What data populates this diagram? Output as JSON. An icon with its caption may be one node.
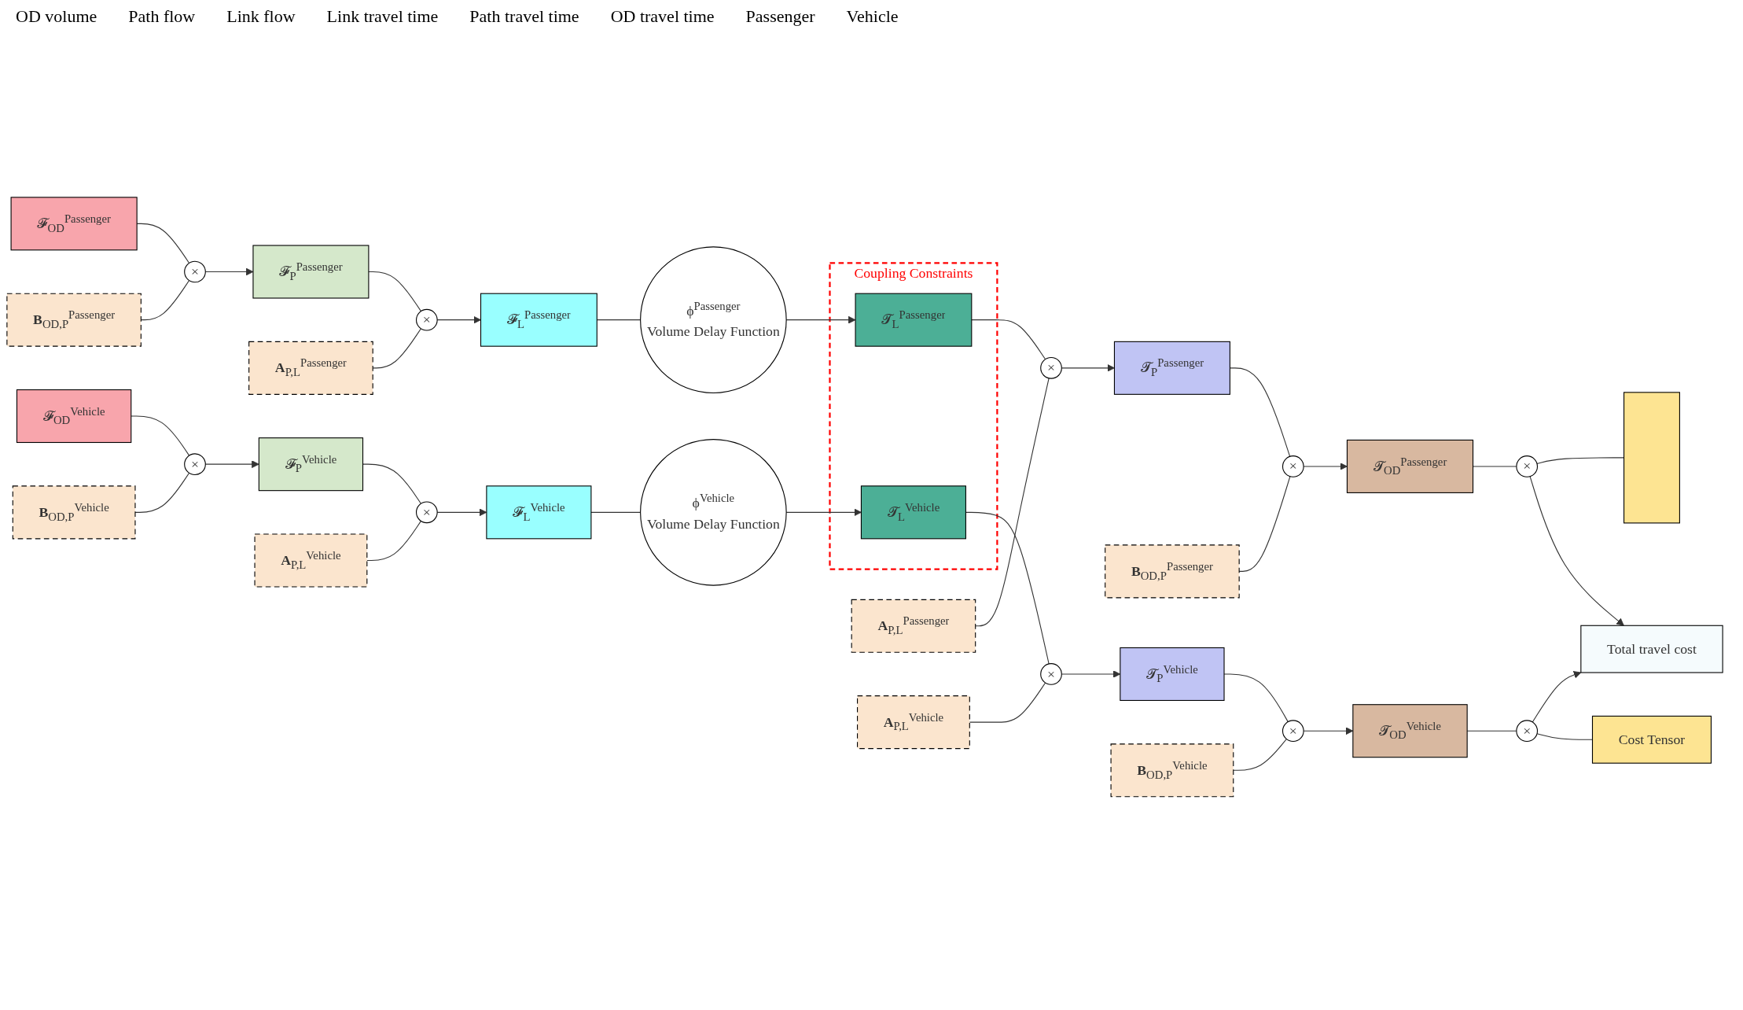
{
  "diagram": {
    "nodes": [
      {
        "text": [
          "Coupling Constraints"
        ]
      },
      {
        "text": [
          "𝓕$_{OD}$$^{Passenger}$"
        ]
      },
      {
        "text": [
          "**B**$_{OD,P}$$^{Passenger}$"
        ]
      },
      {
        "text": [
          "×"
        ]
      },
      {
        "text": [
          "𝓕$_{P}$$^{Passenger}$"
        ]
      },
      {
        "text": [
          "**A**$_{P,L}$$^{Passenger}$"
        ]
      },
      {
        "text": [
          "×"
        ]
      },
      {
        "text": [
          "𝓕$_{L}$$^{Passenger}$"
        ]
      },
      {
        "text": [
          "ϕ$^{Passenger}$",
          "Volume Delay Function"
        ]
      },
      {
        "text": [
          "𝓣$_{L}$$^{Passenger}$"
        ],
        "in": 0
      },
      {
        "text": [
          "**A**$_{P,L}$$^{Passenger}$"
        ]
      },
      {
        "text": [
          "×"
        ]
      },
      {
        "text": [
          "𝓣$_{P}$$^{Passenger}$"
        ]
      },
      {
        "text": [
          "**B**$_{OD,P}$$^{Passenger}$"
        ]
      },
      {
        "text": [
          "×"
        ]
      },
      {
        "text": [
          "𝓣$_{OD}$$^{Passenger}$"
        ]
      },
      {
        "text": [
          "×"
        ]
      },
      {
        "text": [],
        "shape": "bar"
      },
      {
        "text": [
          "𝓕$_{OD}$$^{Vehicle}$"
        ]
      },
      {
        "text": [
          "**B**$_{OD,P}$$^{Vehicle}$"
        ]
      },
      {
        "text": [
          "×"
        ]
      },
      {
        "text": [
          "𝓕$_{P}$$^{Vehicle}$"
        ]
      },
      {
        "text": [
          "**A**$_{P,L}$$^{Vehicle}$"
        ]
      },
      {
        "text": [
          "×"
        ]
      },
      {
        "text": [
          "𝓕$_{L}$$^{Vehicle}$"
        ]
      },
      {
        "text": [
          "ϕ$^{Vehicle}$",
          "Volume Delay Function"
        ]
      },
      {
        "text": [
          "𝓣$_{L}$$^{Vehicle}$"
        ],
        "in": 0
      },
      {
        "text": [
          "**A**$_{P,L}$$^{Vehicle}$"
        ]
      },
      {
        "text": [
          "×"
        ]
      },
      {
        "text": [
          "𝓣$_{P}$$^{Vehicle}$"
        ]
      },
      {
        "text": [
          "**B**$_{OD,P}$$^{Vehicle}$"
        ]
      },
      {
        "text": [
          "×"
        ]
      },
      {
        "text": [
          "𝓣$_{OD}$$^{Vehicle}$"
        ]
      },
      {
        "text": [
          "×"
        ]
      },
      {
        "text": [
          "Cost Tensor"
        ]
      },
      {
        "text": [
          "Total travel cost"
        ]
      }
    ],
    "edges": [
      {
        "from": 1,
        "to": 3,
        "arrow": "none"
      },
      {
        "from": 2,
        "to": 3,
        "arrow": "none"
      },
      {
        "from": 3,
        "to": 4,
        "arrow": "to"
      },
      {
        "from": 4,
        "to": 6,
        "arrow": "none"
      },
      {
        "from": 5,
        "to": 6,
        "arrow": "none"
      },
      {
        "from": 6,
        "to": 7,
        "arrow": "to"
      },
      {
        "from": 7,
        "to": 8,
        "arrow": "none"
      },
      {
        "from": 8,
        "to": 9,
        "arrow": "to"
      },
      {
        "from": 9,
        "to": 11,
        "arrow": "none"
      },
      {
        "from": 10,
        "to": 11,
        "arrow": "none"
      },
      {
        "from": 11,
        "to": 12,
        "arrow": "to"
      },
      {
        "from": 12,
        "to": 14,
        "arrow": "none"
      },
      {
        "from": 13,
        "to": 14,
        "arrow": "none"
      },
      {
        "from": 14,
        "to": 15,
        "arrow": "to"
      },
      {
        "from": 15,
        "to": 16,
        "arrow": "none"
      },
      {
        "from": 16,
        "to": 17,
        "arrow": "none"
      },
      {
        "from": 18,
        "to": 20,
        "arrow": "none"
      },
      {
        "from": 19,
        "to": 20,
        "arrow": "none"
      },
      {
        "from": 20,
        "to": 21,
        "arrow": "to"
      },
      {
        "from": 21,
        "to": 23,
        "arrow": "none"
      },
      {
        "from": 22,
        "to": 23,
        "arrow": "none"
      },
      {
        "from": 23,
        "to": 24,
        "arrow": "to"
      },
      {
        "from": 24,
        "to": 25,
        "arrow": "none"
      },
      {
        "from": 25,
        "to": 26,
        "arrow": "to"
      },
      {
        "from": 26,
        "to": 28,
        "arrow": "none"
      },
      {
        "from": 27,
        "to": 28,
        "arrow": "none"
      },
      {
        "from": 28,
        "to": 29,
        "arrow": "to"
      },
      {
        "from": 29,
        "to": 31,
        "arrow": "none"
      },
      {
        "from": 30,
        "to": 31,
        "arrow": "none"
      },
      {
        "from": 31,
        "to": 32,
        "arrow": "to"
      },
      {
        "from": 32,
        "to": 33,
        "arrow": "none"
      },
      {
        "from": 33,
        "to": 34,
        "arrow": "none"
      },
      {
        "from": 16,
        "to": 35,
        "arrow": "to"
      },
      {
        "from": 33,
        "to": 35,
        "arrow": "to"
      }
    ],
    "labels": [
      "OD volume",
      "Path flow",
      "Link flow",
      "Link travel time",
      "Path travel time",
      "OD travel time",
      "Passenger",
      "Vehicle"
    ]
  }
}
